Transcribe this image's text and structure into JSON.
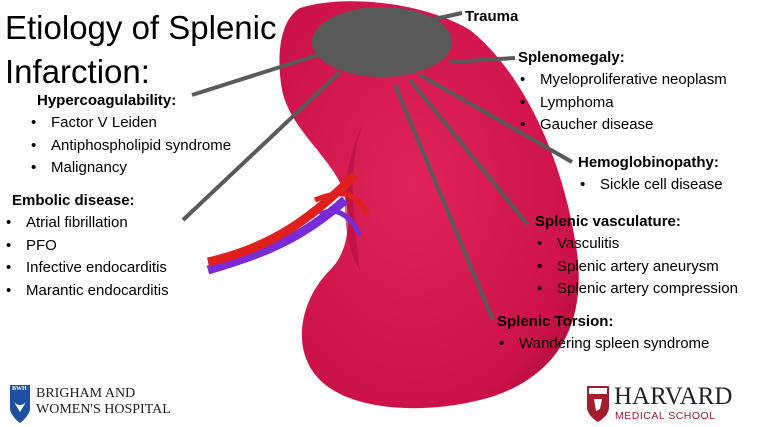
{
  "title": {
    "line1": "Etiology of Splenic",
    "line2": "Infarction:"
  },
  "groups": {
    "trauma": {
      "heading": "Trauma"
    },
    "splenomegaly": {
      "heading": "Splenomegaly:",
      "items": [
        "Myeloproliferative neoplasm",
        "Lymphoma",
        "Gaucher disease"
      ]
    },
    "hypercoag": {
      "heading": "Hypercoagulability:",
      "items": [
        "Factor V Leiden",
        "Antiphospholipid syndrome",
        "Malignancy"
      ]
    },
    "hemoglobinopathy": {
      "heading": "Hemoglobinopathy:",
      "items": [
        "Sickle cell disease"
      ]
    },
    "embolic": {
      "heading": "Embolic disease:",
      "items": [
        "Atrial fibrillation",
        "PFO",
        "Infective endocarditis",
        "Marantic endocarditis"
      ]
    },
    "vasculature": {
      "heading": "Splenic vasculature:",
      "items": [
        "Vasculitis",
        "Splenic artery aneurysm",
        "Splenic artery compression"
      ]
    },
    "torsion": {
      "heading": "Splenic Torsion:",
      "items": [
        "Wandering spleen syndrome"
      ]
    }
  },
  "logos": {
    "bwh": {
      "shield": "BWH",
      "line1": "BRIGHAM AND",
      "line2": "WOMEN'S HOSPITAL"
    },
    "harvard": {
      "line1": "HARVARD",
      "line2": "MEDICAL SCHOOL"
    }
  },
  "colors": {
    "spleen": "#d0144a",
    "hub": "#5a5a5a",
    "artery": "#e0201c",
    "vein": "#7a2bd8",
    "harvard_red": "#a51c30",
    "bwh_blue": "#1f4fa0"
  }
}
